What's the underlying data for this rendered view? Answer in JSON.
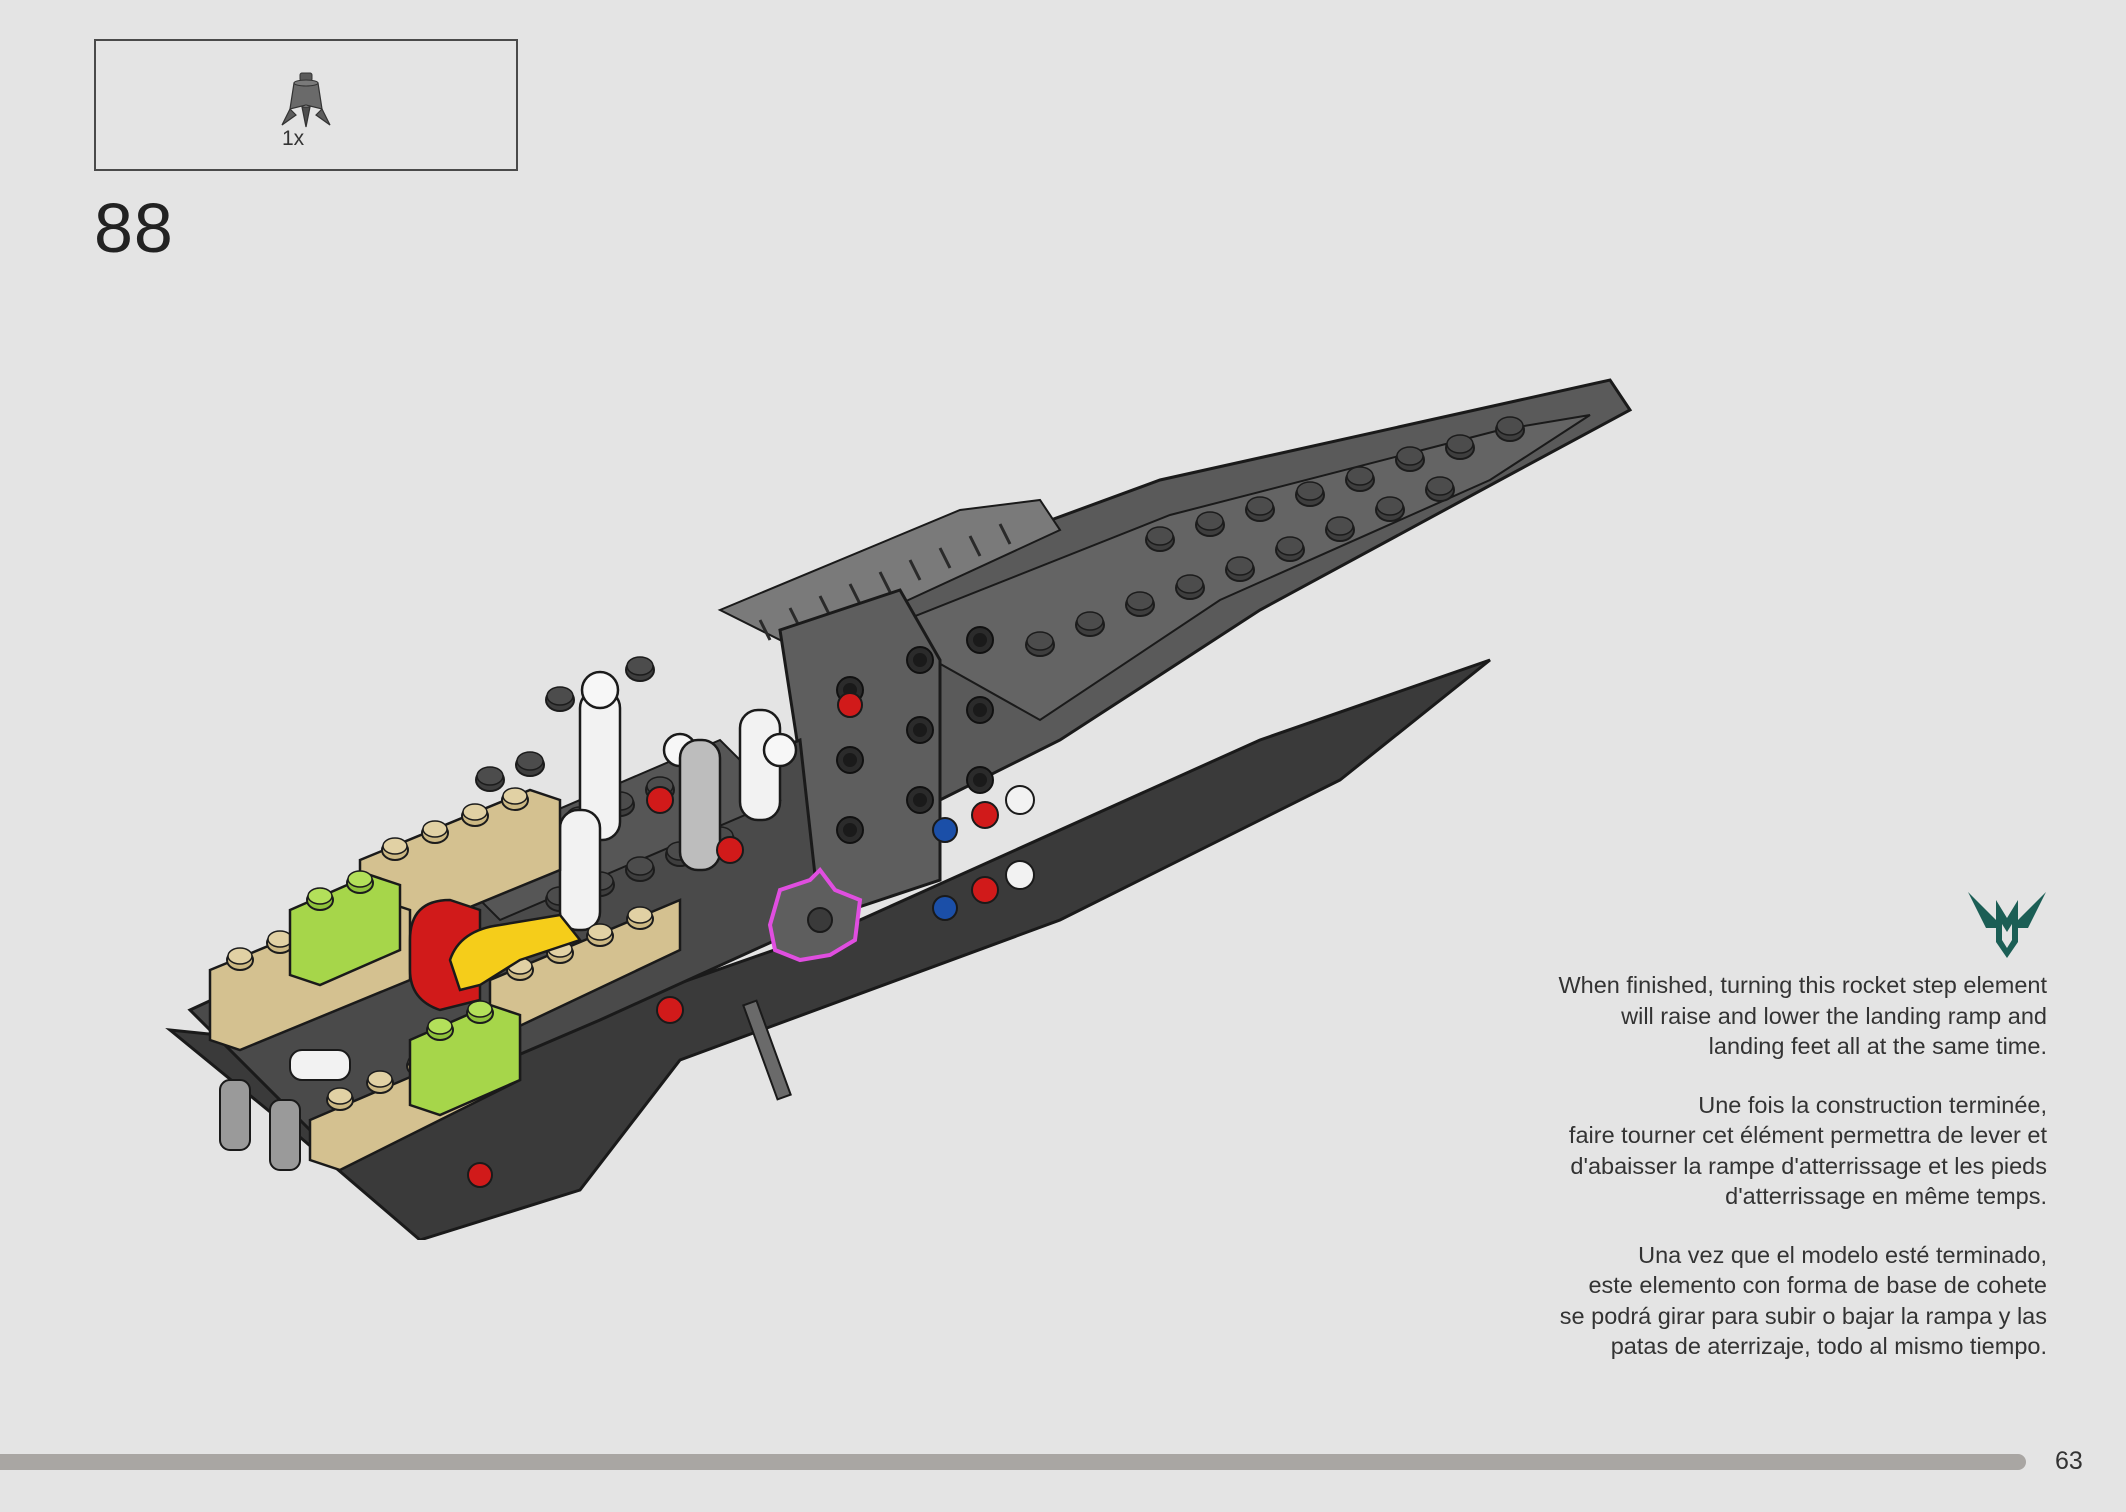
{
  "parts_callout": {
    "items": [
      {
        "icon": "rocket-step-element-icon",
        "quantity": "1x"
      }
    ]
  },
  "step": {
    "number": "88"
  },
  "colors": {
    "background": "#e4e4e4",
    "highlight_outline": "#e04ee0",
    "dark_bley": "#545454",
    "tan": "#d4c190",
    "lime": "#a6d64a",
    "red": "#d11a1a",
    "yellow": "#f5cd1a",
    "logo_teal": "#1b5e55",
    "progress_bar": "#a9a6a3"
  },
  "instructions": {
    "english": "When finished, turning this rocket step element will raise and lower the landing ramp and landing feet all at the same time.",
    "french": "Une fois la construction terminée, faire tourner cet élément permettra de lever et d'abaisser la rampe d'atterrissage et les pieds d'atterrissage en même temps.",
    "spanish": "Una vez que el modelo esté terminado, este elemento con forma de base de cohete se podrá girar para subir o bajar la rampa y las patas de aterrizaje, todo al mismo tiempo."
  },
  "instructions_lines": {
    "english": [
      "When finished, turning this rocket step element",
      "will raise and lower the landing ramp and",
      "landing feet all at the same time."
    ],
    "french": [
      "Une fois la construction terminée,",
      "faire tourner cet élément permettra de lever et",
      "d'abaisser la rampe d'atterrissage et les pieds",
      "d'atterrissage en même temps."
    ],
    "spanish": [
      "Una vez que el modelo esté terminado,",
      "este elemento con forma de base de cohete",
      "se podrá girar para subir o bajar la rampa y las",
      "patas de aterrizaje, todo al mismo tiempo."
    ]
  },
  "logo": {
    "icon": "atreides-hawk-logo-icon"
  },
  "footer": {
    "page_number": "63",
    "progress_fraction": 0.953
  }
}
